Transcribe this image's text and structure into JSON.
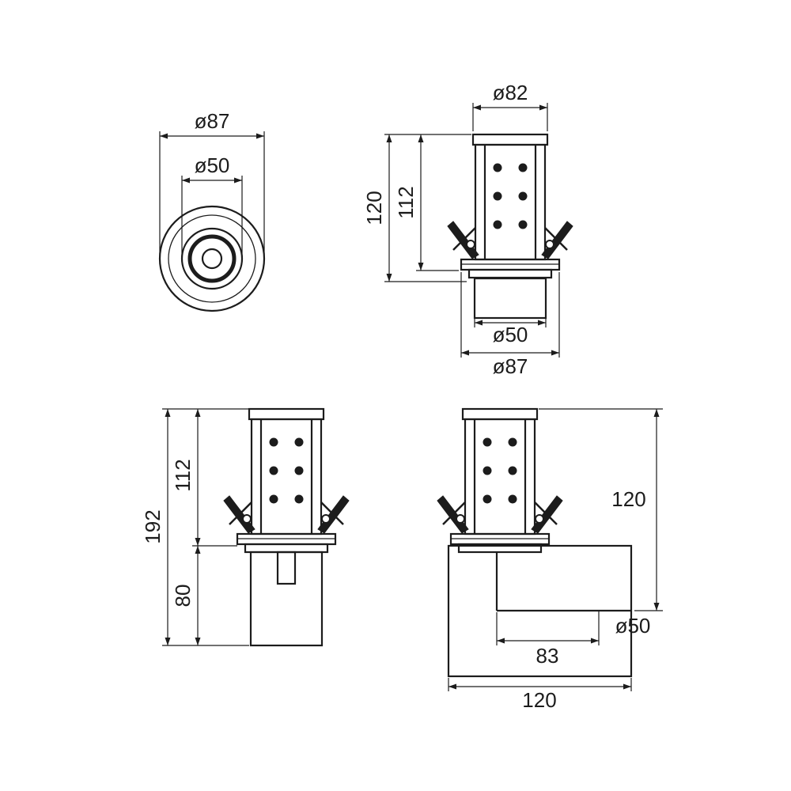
{
  "drawing": {
    "background": "#ffffff",
    "line_color": "#1c1c1c",
    "views": {
      "top_view": {
        "dim_outer": "ø87",
        "dim_inner": "ø50"
      },
      "front_view": {
        "dim_top": "ø82",
        "dim_height_total": "120",
        "dim_height_body": "112",
        "dim_cutout": "ø50",
        "dim_flange": "ø87"
      },
      "side_view": {
        "dim_total": "192",
        "dim_upper": "112",
        "dim_lower": "80"
      },
      "housing_view": {
        "dim_depth": "120",
        "dim_cutout": "ø50",
        "dim_inner_width": "83",
        "dim_width": "120"
      }
    }
  }
}
